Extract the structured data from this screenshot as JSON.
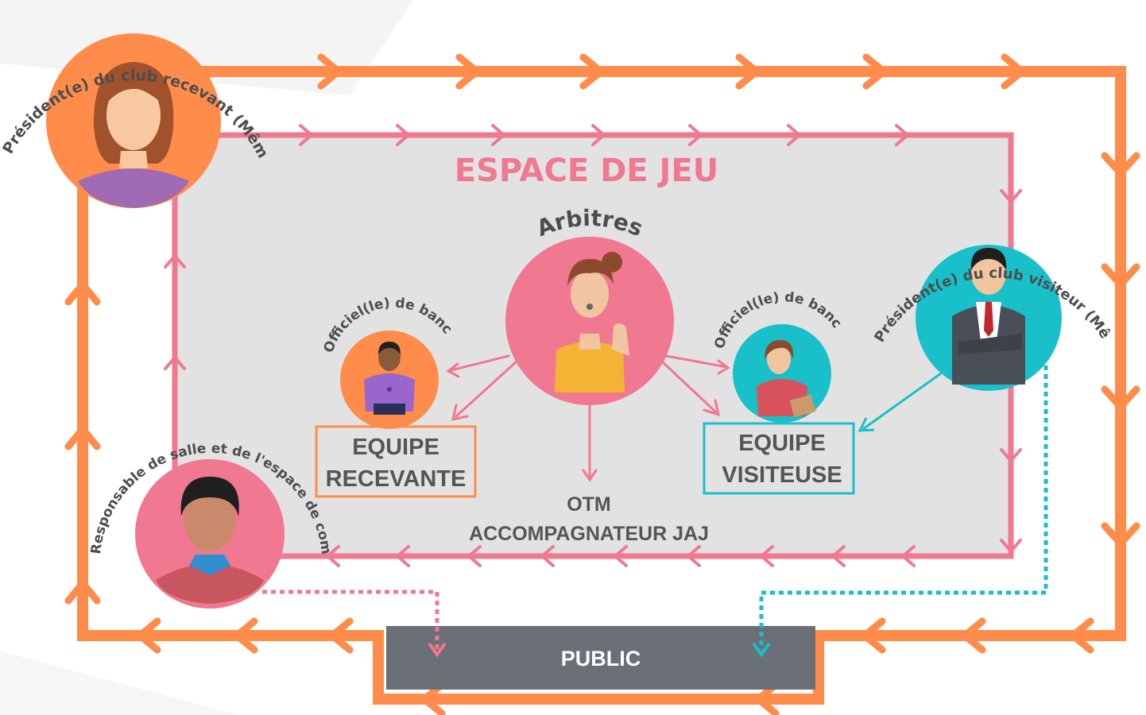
{
  "diagram": {
    "title": "ESPACE DE JEU",
    "referees": "Arbitres",
    "home_president": "Président(e) du club recevant  (Même si absent)",
    "visitor_president": "Président(e) du club visiteur  (Même si absent)",
    "home_bench_official": "Officiel(le) de banc",
    "visitor_bench_official": "Officiel(le) de banc",
    "home_team_line1": "EQUIPE",
    "home_team_line2": "RECEVANTE",
    "visitor_team_line1": "EQUIPE",
    "visitor_team_line2": "VISITEUSE",
    "otm_line1": "OTM",
    "otm_line2": "ACCOMPAGNATEUR JAJ",
    "venue_manager": "Responsable de salle et de l'espace de compétition",
    "public": "PUBLIC"
  },
  "colors": {
    "orange": "#FF8C4A",
    "pink": "#F07890",
    "teal": "#19BFC9",
    "grey_field": "#E2E2E2",
    "public_box": "#6A6F78",
    "title_pink": "#F07890"
  }
}
